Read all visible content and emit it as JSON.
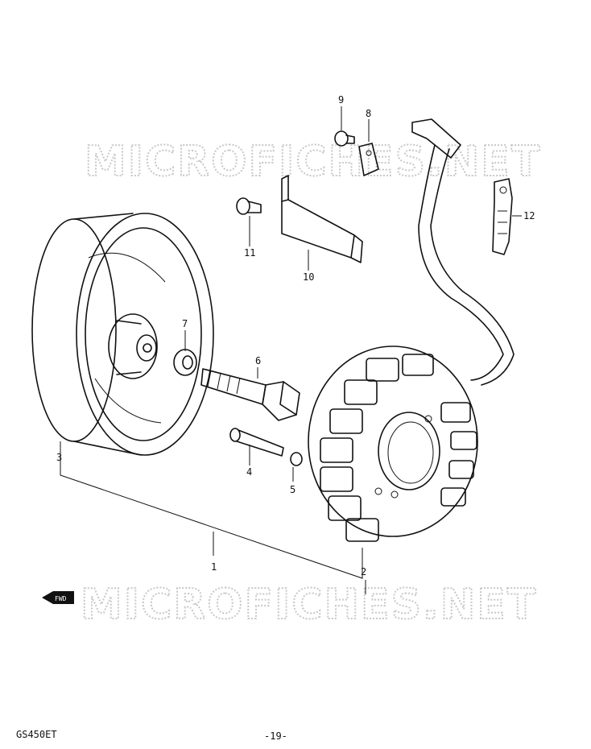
{
  "watermark": "MICROFICHES.NET",
  "footer": {
    "model": "GS450ET",
    "page": "-19-"
  },
  "fwd_label": "FWD",
  "callouts": {
    "c1": "1",
    "c2": "2",
    "c3": "3",
    "c4": "4",
    "c5": "5",
    "c6": "6",
    "c7": "7",
    "c8": "8",
    "c9": "9",
    "c10": "10",
    "c11": "11",
    "c12": "12"
  }
}
